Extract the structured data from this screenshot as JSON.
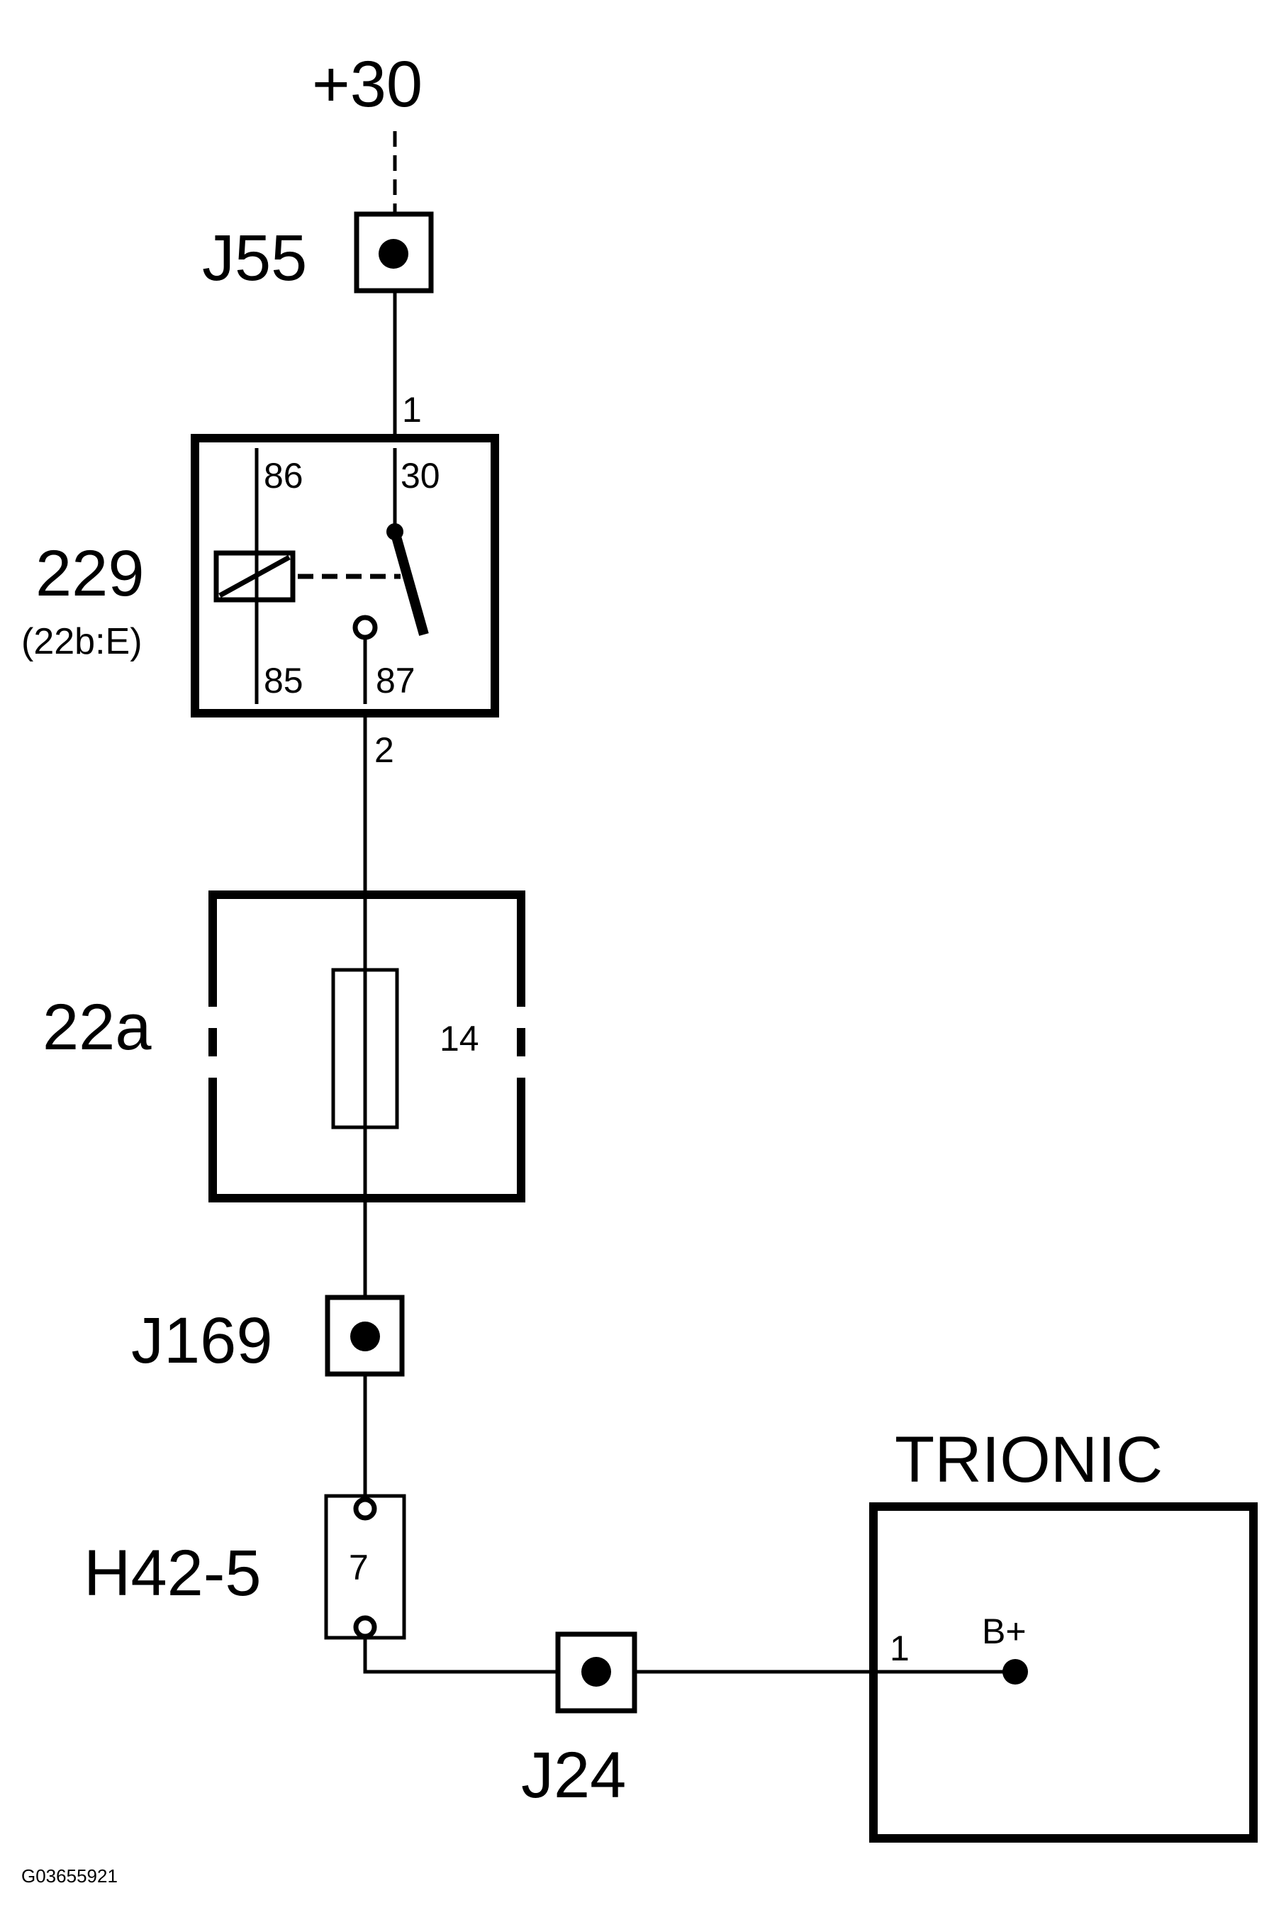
{
  "supply_label": "+30",
  "connectors": {
    "j55": "J55",
    "j169": "J169",
    "j24": "J24",
    "h42": "H42-5",
    "h42_pin": "7"
  },
  "relay": {
    "id": "229",
    "location": "(22b:E)",
    "pin_86": "86",
    "pin_30": "30",
    "pin_85": "85",
    "pin_87": "87",
    "in_pin": "1",
    "out_pin": "2"
  },
  "fuse_box": {
    "id": "22a",
    "fuse_number": "14"
  },
  "ecu": {
    "name": "TRIONIC",
    "pin_number": "1",
    "pin_label": "B+"
  },
  "figure_code": "G03655921"
}
